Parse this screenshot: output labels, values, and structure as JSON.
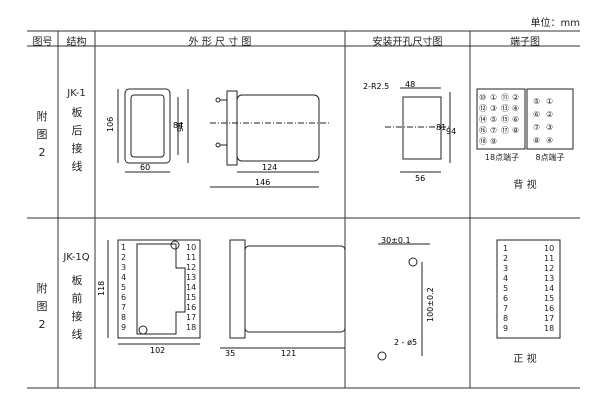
{
  "unit_label": "单位：mm",
  "headers": {
    "fig_no": "图号",
    "structure": "结构",
    "outline": "外 形 尺 寸 图",
    "mounting": "安装开孔尺寸图",
    "terminal": "端子图"
  },
  "rows": [
    {
      "fig_no": [
        "附",
        "图",
        "2"
      ],
      "model": "JK-1",
      "wiring": [
        "板",
        "后",
        "接",
        "线"
      ],
      "outline_dims": {
        "height_inner": "106",
        "h2": "84",
        "h3": "94",
        "w_front": "60",
        "depth": "124",
        "total": "146"
      },
      "mount_dims": {
        "radius": "2-R2.5",
        "w": "48",
        "h1": "81",
        "h2": "94",
        "w2": "56"
      },
      "terminal_left_label": "18点端子",
      "terminal_right_label": "8点端子",
      "terminal_view": "背  视",
      "terminals_18": [
        "⑩",
        "①",
        "⑪",
        "②",
        "⑫",
        "③",
        "⑬",
        "④",
        "⑭",
        "⑤",
        "⑮",
        "⑥",
        "⑯",
        "⑦",
        "⑰",
        "⑧",
        "⑱",
        "⑨"
      ],
      "terminals_8": [
        "⑤",
        "①",
        "⑥",
        "②",
        "⑦",
        "③",
        "⑧",
        "④"
      ]
    },
    {
      "fig_no": [
        "附",
        "图",
        "2"
      ],
      "model": "JK-1Q",
      "wiring": [
        "板",
        "前",
        "接",
        "线"
      ],
      "outline_dims": {
        "height": "118",
        "width": "102",
        "d1": "35",
        "d2": "121"
      },
      "left_numbers": [
        "1",
        "2",
        "3",
        "4",
        "5",
        "6",
        "7",
        "8",
        "9"
      ],
      "right_numbers": [
        "10",
        "11",
        "12",
        "13",
        "14",
        "15",
        "16",
        "17",
        "18"
      ],
      "mount_dims": {
        "top": "30±0.1",
        "vert": "100±0.2",
        "hole": "2 - ø5"
      },
      "terminal_view": "正  视",
      "front_left": [
        "1",
        "2",
        "3",
        "4",
        "5",
        "6",
        "7",
        "8",
        "9"
      ],
      "front_right": [
        "10",
        "11",
        "12",
        "13",
        "14",
        "15",
        "16",
        "17",
        "18"
      ]
    }
  ]
}
